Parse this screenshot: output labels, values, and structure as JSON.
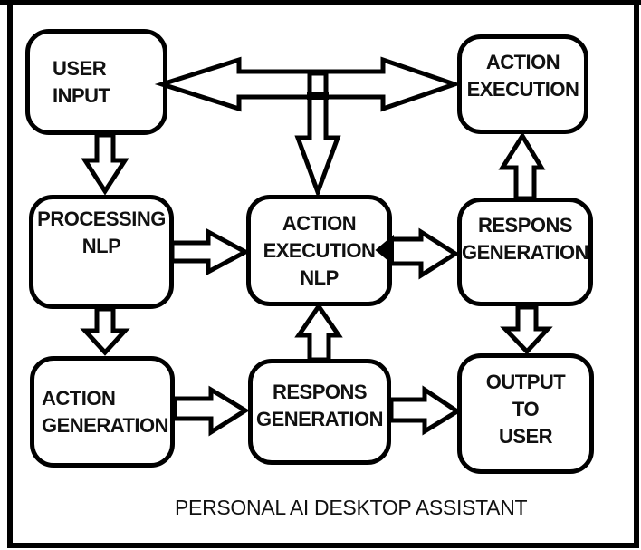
{
  "diagram": {
    "title": "PERSONAL AI DESKTOP ASSISTANT",
    "colors": {
      "line": "#000000",
      "background": "#ffffff",
      "text": "#111111"
    },
    "nodes": {
      "user_input": {
        "line1": "USER",
        "line2": "INPUT"
      },
      "action_execution": {
        "line1": "ACTION",
        "line2": "EXECUTION"
      },
      "processing_nlp": {
        "line1": "PROCESSING",
        "line2": "NLP"
      },
      "action_execution_nlp": {
        "line1": "ACTION",
        "line2": "EXECUTION",
        "line3": "NLP"
      },
      "respons_generation_mid": {
        "line1": "RESPONS",
        "line2": "GENERATION"
      },
      "action_generation": {
        "line1": "ACTION",
        "line2": "GENERATION"
      },
      "respons_generation_bottom": {
        "line1": "RESPONS",
        "line2": "GENERATION"
      },
      "output_to_user": {
        "line1": "OUTPUT",
        "line2": "TO",
        "line3": "USER"
      }
    },
    "edges": [
      {
        "from": "user_input",
        "to": "action_execution",
        "style": "double-headed"
      },
      {
        "from": "user_input_action_execution_connector",
        "to": "action_execution_nlp",
        "style": "arrow-down"
      },
      {
        "from": "user_input",
        "to": "processing_nlp",
        "style": "arrow-down"
      },
      {
        "from": "processing_nlp",
        "to": "action_execution_nlp",
        "style": "arrow-right"
      },
      {
        "from": "action_execution_nlp",
        "to": "respons_generation_mid",
        "style": "double-headed"
      },
      {
        "from": "respons_generation_mid",
        "to": "action_execution",
        "style": "arrow-up"
      },
      {
        "from": "processing_nlp",
        "to": "action_generation",
        "style": "arrow-down"
      },
      {
        "from": "action_generation",
        "to": "respons_generation_bottom",
        "style": "arrow-right"
      },
      {
        "from": "respons_generation_bottom",
        "to": "action_execution_nlp",
        "style": "arrow-up"
      },
      {
        "from": "respons_generation_bottom",
        "to": "output_to_user",
        "style": "arrow-right"
      },
      {
        "from": "respons_generation_mid",
        "to": "output_to_user",
        "style": "arrow-down"
      }
    ]
  }
}
